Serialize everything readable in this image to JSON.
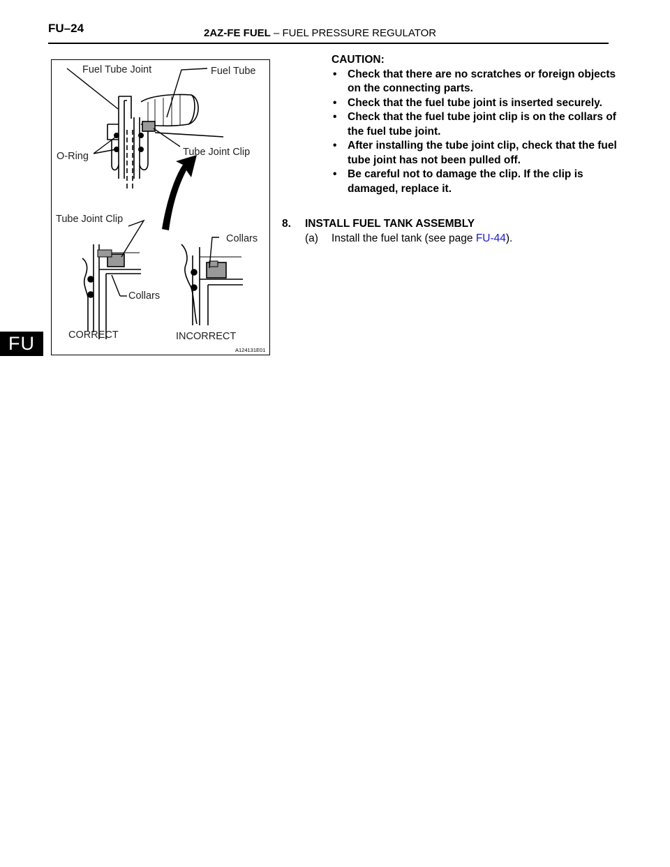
{
  "header": {
    "page_number": "FU–24",
    "section_bold": "2AZ-FE FUEL",
    "section_rest": " – FUEL PRESSURE REGULATOR"
  },
  "side_tab": "FU",
  "figure": {
    "labels": {
      "fuel_tube_joint": "Fuel Tube Joint",
      "fuel_tube": "Fuel Tube",
      "o_ring": "O-Ring",
      "tube_joint_clip_top": "Tube Joint Clip",
      "tube_joint_clip_bottom": "Tube Joint Clip",
      "collars_right": "Collars",
      "collars_left": "Collars",
      "correct": "CORRECT",
      "incorrect": "INCORRECT",
      "figure_id": "A124131E01"
    }
  },
  "caution": {
    "title": "CAUTION:",
    "items": [
      "Check that there are no scratches or foreign objects on the connecting parts.",
      "Check that the fuel tube joint is inserted securely.",
      "Check that the fuel tube joint clip is on the collars of the fuel tube joint.",
      "After installing the tube joint clip, check that the fuel tube joint has not been pulled off.",
      "Be careful not to damage the clip. If the clip is damaged, replace it."
    ]
  },
  "step": {
    "number": "8.",
    "title": "INSTALL FUEL TANK ASSEMBLY",
    "substeps": [
      {
        "letter": "(a)",
        "text_before": "Install the fuel tank (see page ",
        "link": "FU-44",
        "text_after": ")."
      }
    ]
  }
}
